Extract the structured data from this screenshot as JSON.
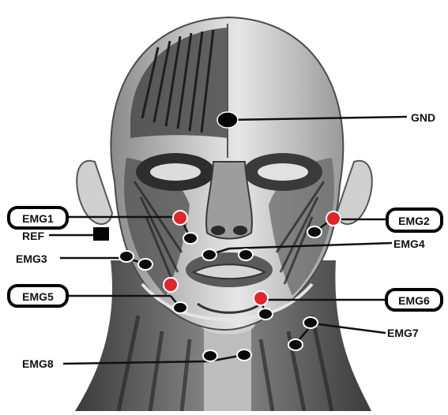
{
  "labels": {
    "gnd": "GND",
    "ref": "REF",
    "emg1": "EMG1",
    "emg2": "EMG2",
    "emg3": "EMG3",
    "emg4": "EMG4",
    "emg5": "EMG5",
    "emg6": "EMG6",
    "emg7": "EMG7",
    "emg8": "EMG8"
  },
  "colors": {
    "electrode_active": "#e0262b",
    "electrode_passive": "#0a0a0a",
    "leader_line": "#111111",
    "muscle_dark": "#3a3a3a",
    "muscle_light": "#d9d9d9"
  }
}
